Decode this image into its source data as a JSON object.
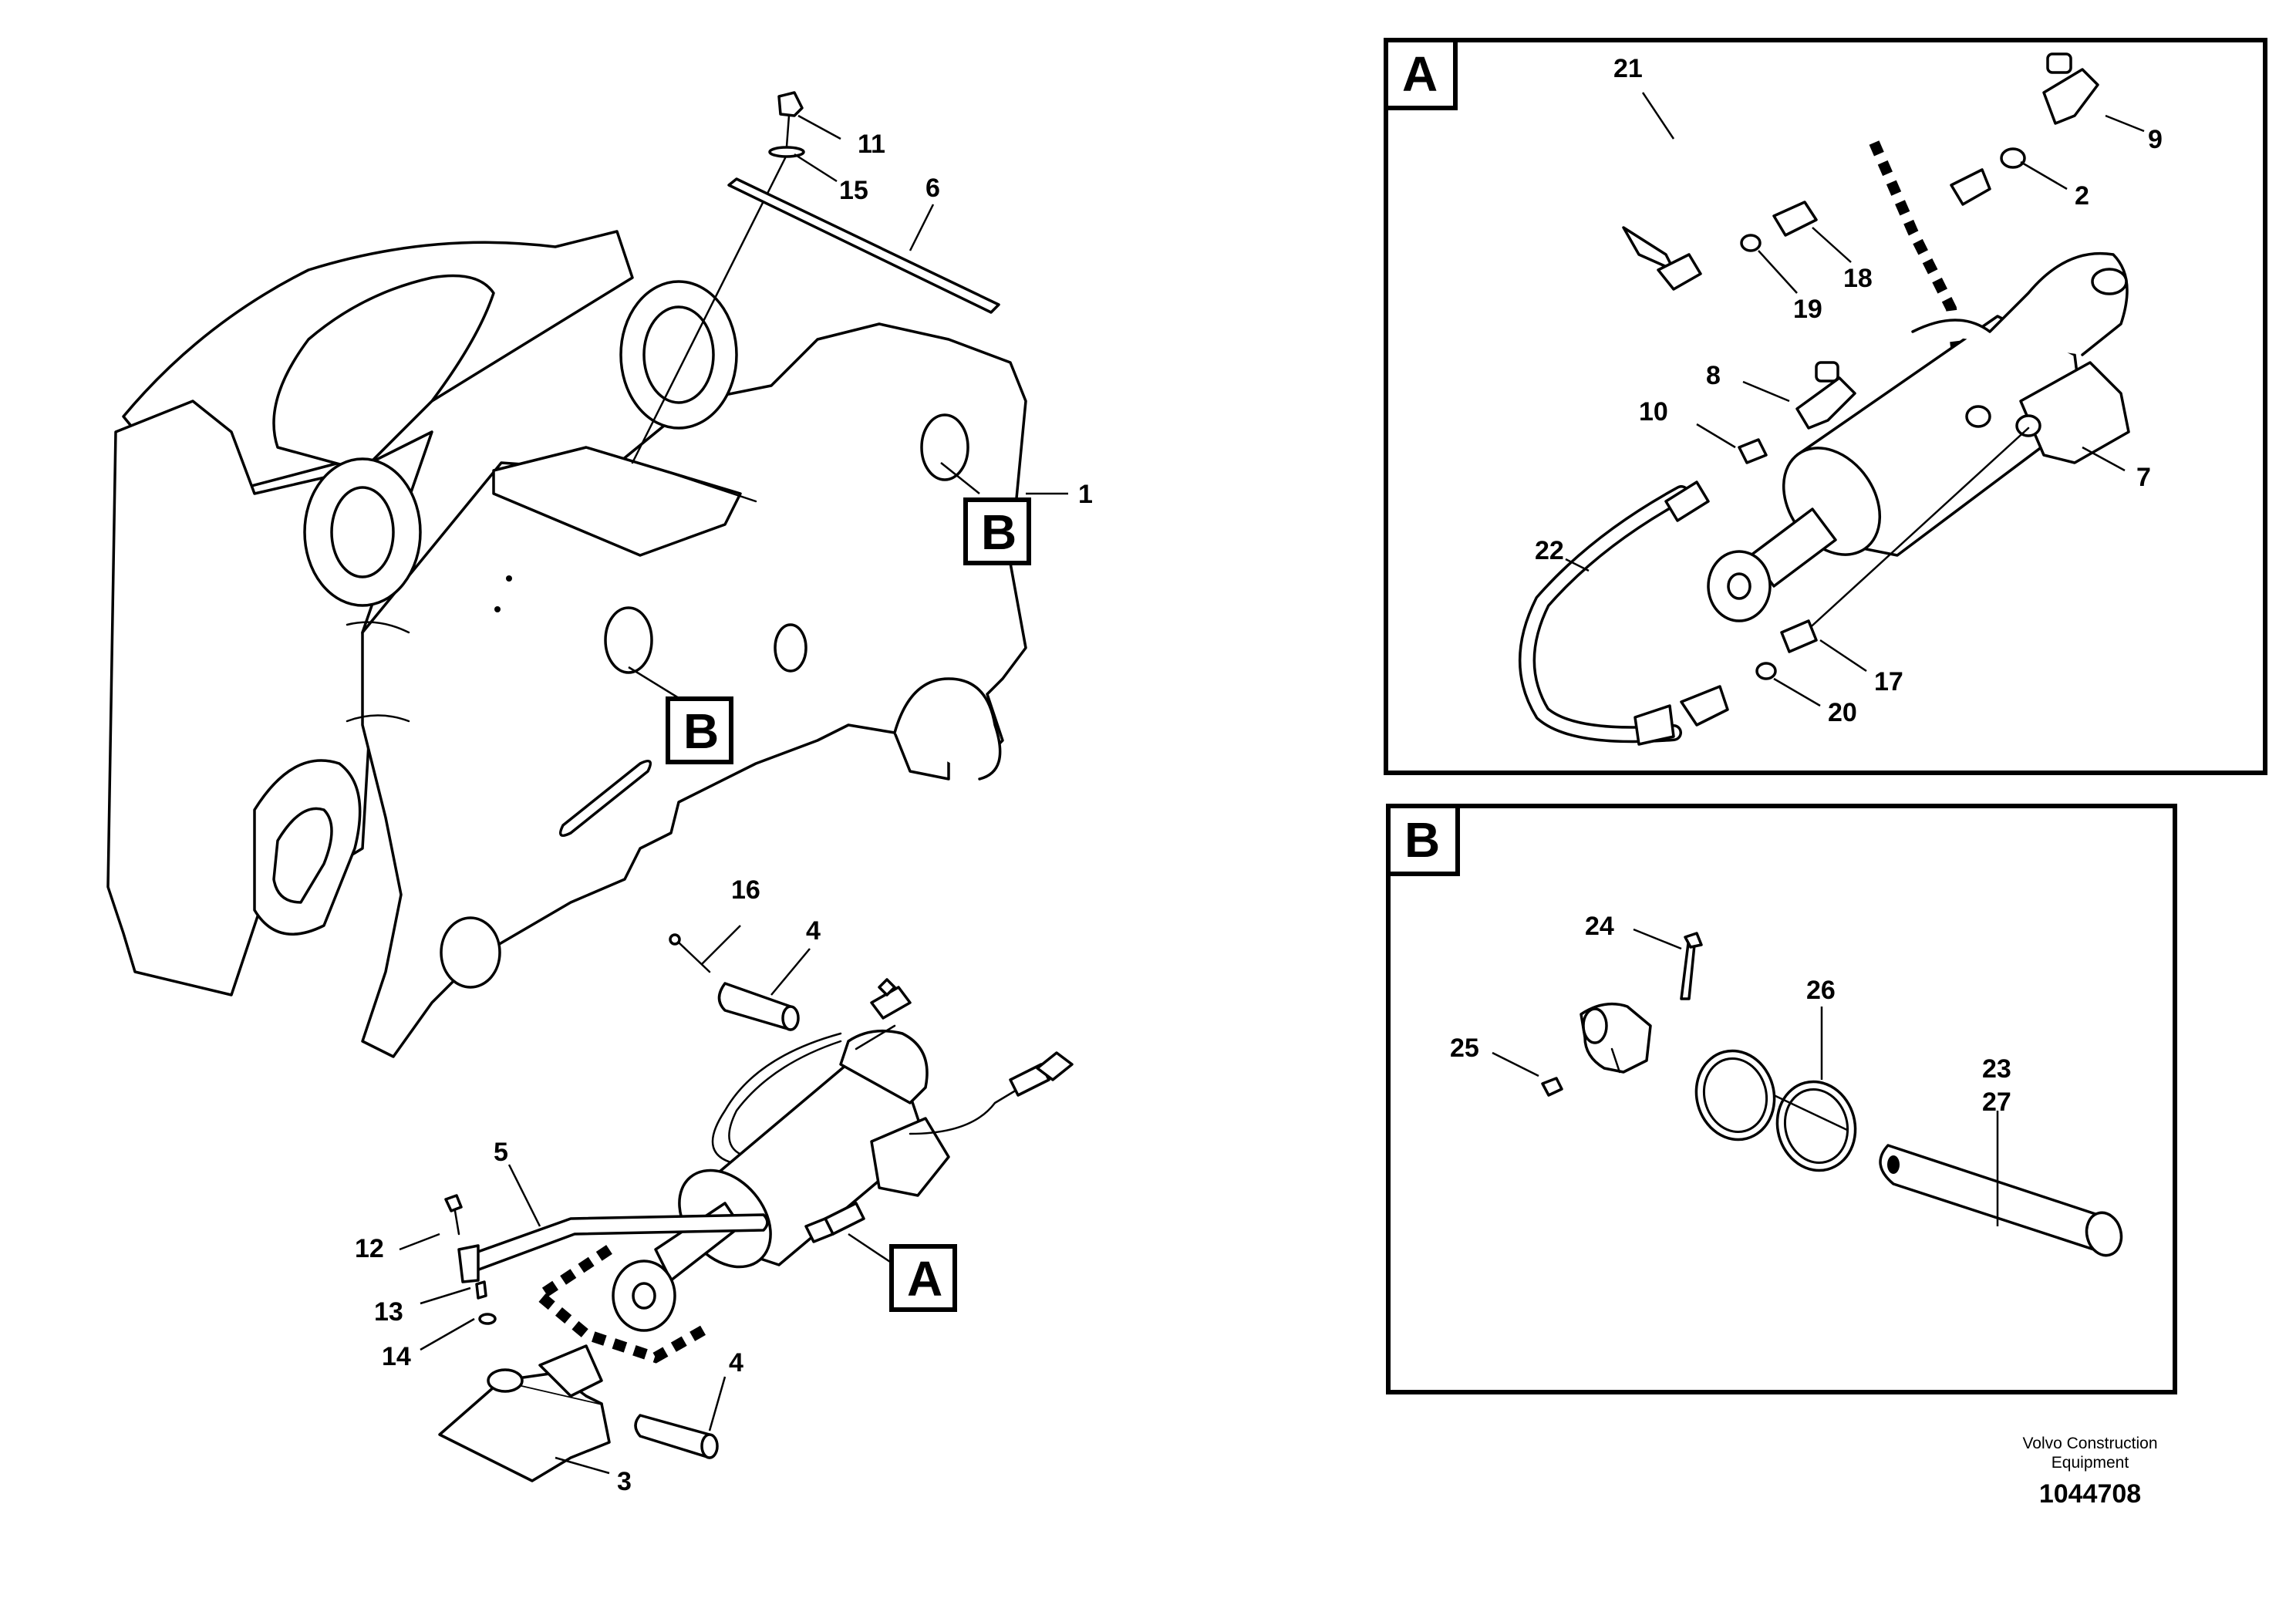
{
  "title": "",
  "callouts": {
    "c1": "1",
    "c2": "2",
    "c3": "3",
    "c4a": "4",
    "c4b": "4",
    "c5": "5",
    "c6": "6",
    "c7": "7",
    "c8": "8",
    "c9": "9",
    "c10": "10",
    "c11": "11",
    "c12": "12",
    "c13": "13",
    "c14": "14",
    "c15": "15",
    "c16": "16",
    "c17": "17",
    "c18": "18",
    "c19": "19",
    "c20": "20",
    "c21": "21",
    "c22": "22",
    "c23": "23",
    "c24": "24",
    "c25": "25",
    "c26": "26",
    "c27": "27"
  },
  "view_labels": {
    "a_ref": "A",
    "b_ref_upper": "B",
    "b_ref_lower": "B",
    "detail_a": "A",
    "detail_b": "B"
  },
  "credit": {
    "line1": "Volvo Construction",
    "line2": "Equipment",
    "drawing_number": "1044708"
  }
}
